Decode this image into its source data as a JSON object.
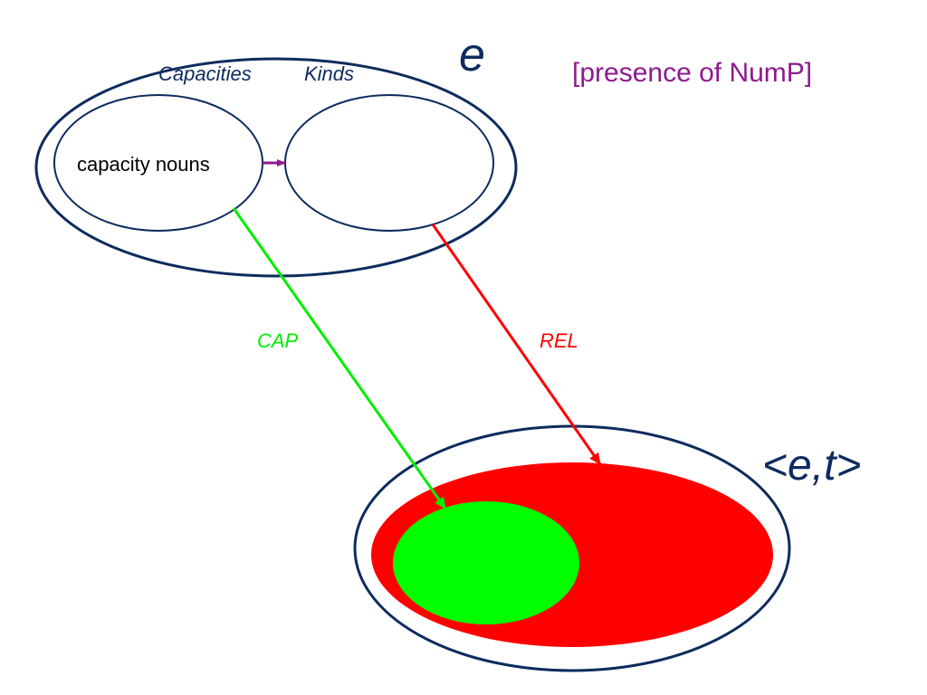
{
  "labels": {
    "e_domain": "e",
    "capacities": "Capacities",
    "kinds": "Kinds",
    "capacity_nouns": "capacity nouns",
    "note": "[presence of NumP]",
    "cap": "CAP",
    "rel": "REL",
    "et_domain": "<e,t>"
  },
  "colors": {
    "navy": "#0d2b5e",
    "purple": "#8e1a8e",
    "green": "#00ee00",
    "red": "#ff0000",
    "fill_red": "#ff0000",
    "fill_green": "#00ff00",
    "black": "#000000"
  }
}
